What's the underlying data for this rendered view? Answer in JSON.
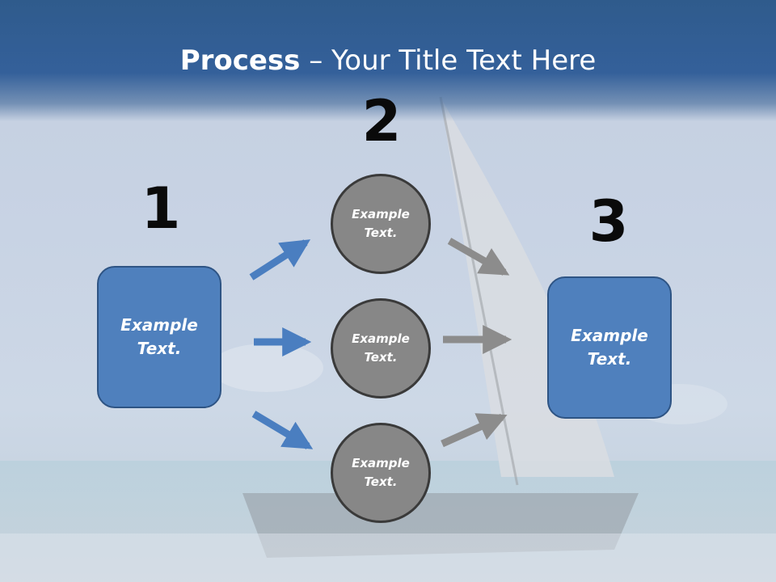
{
  "title": {
    "bold": "Process",
    "rest": " – Your Title Text Here"
  },
  "steps": [
    {
      "number": "1",
      "text": "Example\nText."
    },
    {
      "number": "2",
      "items": [
        "Example\nText.",
        "Example\nText.",
        "Example\nText."
      ]
    },
    {
      "number": "3",
      "text": "Example\nText."
    }
  ],
  "colors": {
    "header": "#2f5b8c",
    "box": "#4f80bd",
    "circle": "#878787",
    "arrow_blue": "#4a7ec0",
    "arrow_gray": "#8c8c8c"
  }
}
